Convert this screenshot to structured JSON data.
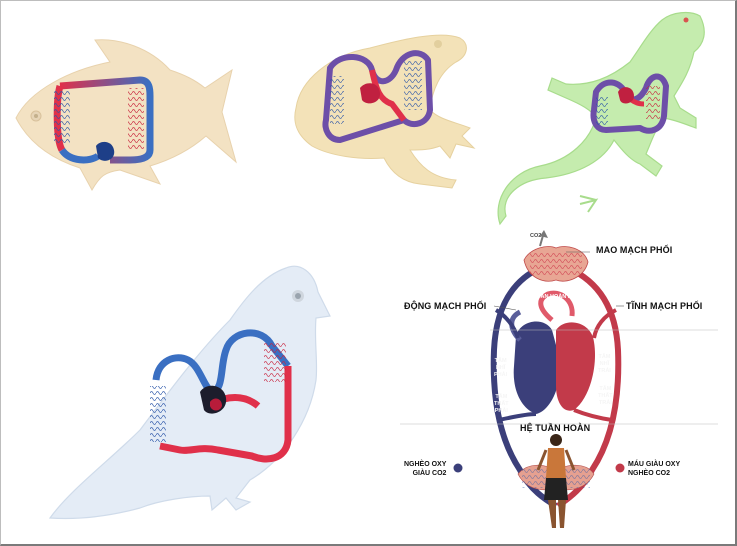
{
  "diagram": {
    "labels": {
      "mao_mach_phoi": "MAO MẠCH PHỔI",
      "he_tuan_hoan_phoi": "HỆ TUẦN HOÀN PHỔI",
      "dong_mach_phoi": "ĐỘNG MẠCH PHỔI",
      "tinh_mach_phoi": "TĨNH MẠCH PHỔI",
      "tam_nhi_phai": "TÂM\nNHĨ\nPHẢI",
      "tam_nhi_trai": "TÂM\nNHĨ\nTRÁI",
      "tam_that_phai": "TÂM\nTHẤT\nPHẢI",
      "tam_that_trai": "TÂM\nTHẤT\nTRÁI",
      "he_tuan_hoan": "HỆ TUẦN HOÀN",
      "co2": "CO2",
      "legend_poor": "NGHÈO OXY\nGIÀU CO2",
      "legend_rich": "MÁU GIÀU OXY\nNGHÈO CO2"
    },
    "colors": {
      "oxygen_poor": "#3b3f7a",
      "oxygen_rich": "#c23a4a",
      "vessel_blue": "#3a6fc2",
      "vessel_red": "#e0304a"
    }
  }
}
